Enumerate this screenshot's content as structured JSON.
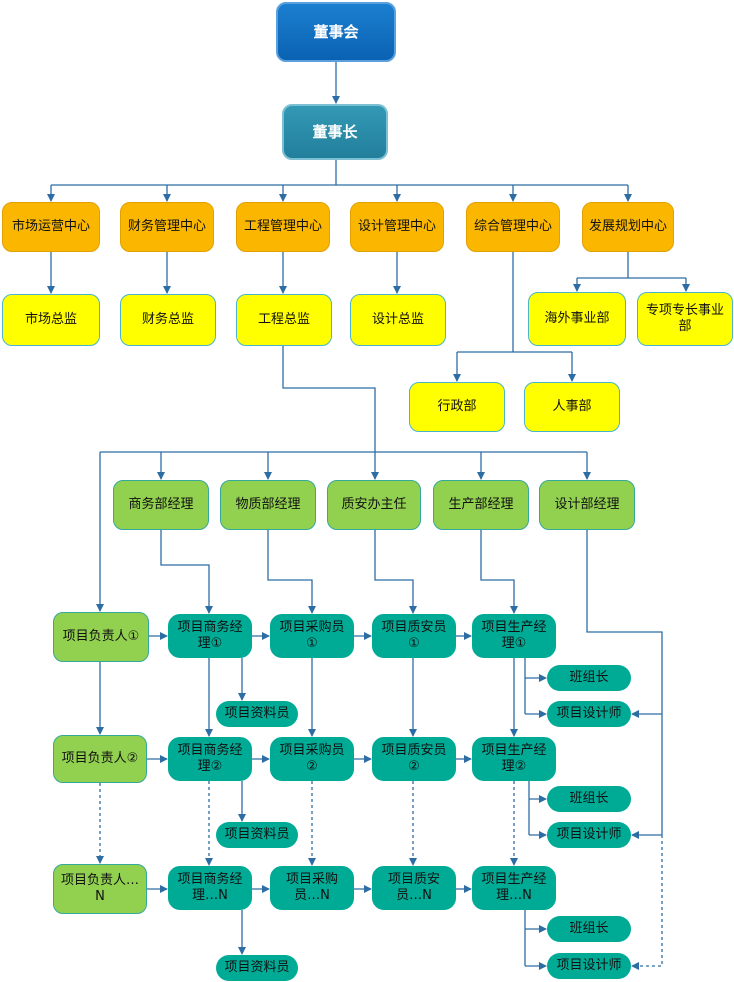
{
  "top": {
    "board": "董事会",
    "chairman": "董事长"
  },
  "centers": [
    "市场运营中心",
    "财务管理中心",
    "工程管理中心",
    "设计管理中心",
    "综合管理中心",
    "发展规划中心"
  ],
  "directors": [
    "市场总监",
    "财务总监",
    "工程总监",
    "设计总监"
  ],
  "divisions": [
    "海外事业部",
    "专项专长事业部"
  ],
  "departments": [
    "行政部",
    "人事部"
  ],
  "managers": [
    "商务部经理",
    "物质部经理",
    "质安办主任",
    "生产部经理",
    "设计部经理"
  ],
  "rows": [
    {
      "leader": "项目负责人①",
      "business": "项目商务经理①",
      "purchase": "项目采购员①",
      "safety": "项目质安员①",
      "production": "项目生产经理①",
      "archivist": "项目资料员",
      "foreman": "班组长",
      "designer": "项目设计师"
    },
    {
      "leader": "项目负责人②",
      "business": "项目商务经理②",
      "purchase": "项目采购员②",
      "safety": "项目质安员②",
      "production": "项目生产经理②",
      "archivist": "项目资料员",
      "foreman": "班组长",
      "designer": "项目设计师"
    },
    {
      "leader": "项目负责人…N",
      "business": "项目商务经理…N",
      "purchase": "项目采购员…N",
      "safety": "项目质安员…N",
      "production": "项目生产经理…N",
      "archivist": "项目资料员",
      "foreman": "班组长",
      "designer": "项目设计师"
    }
  ],
  "colors": {
    "line": "#2e6da4",
    "orange": "#fbb700",
    "yellow": "#ffff00",
    "green": "#92d050",
    "teal": "#00ab96"
  }
}
